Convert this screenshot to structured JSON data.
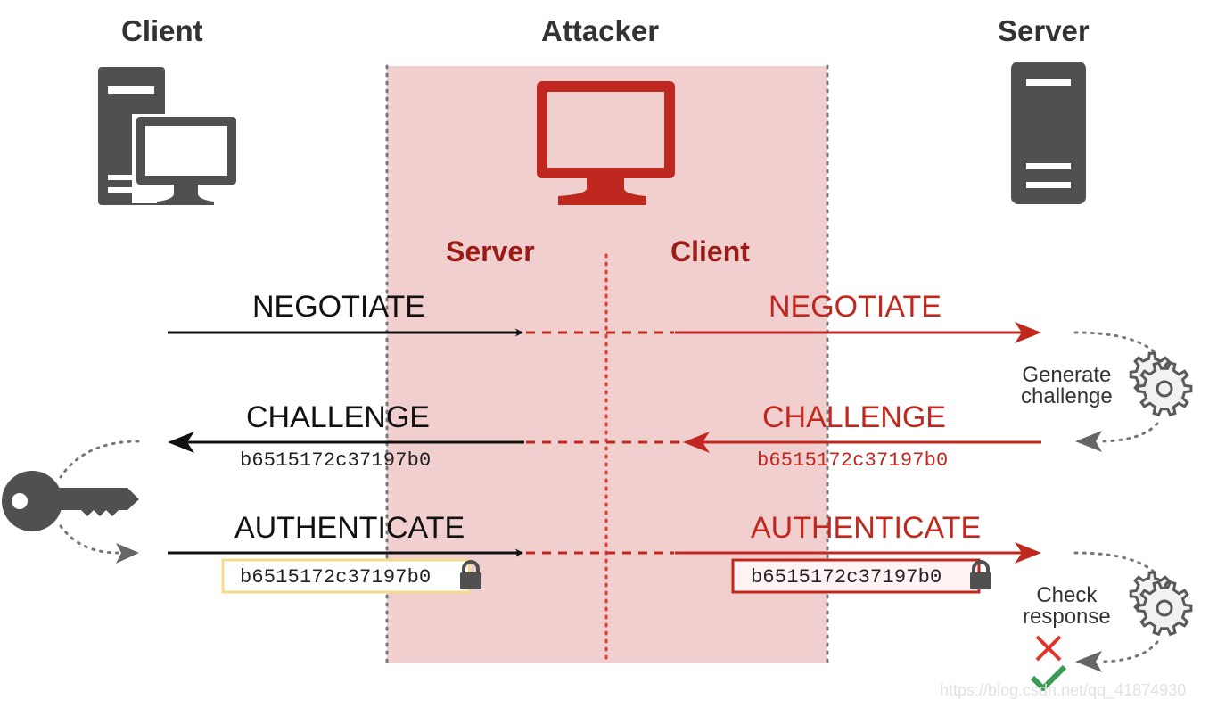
{
  "columns": {
    "client": "Client",
    "attacker": "Attacker",
    "server": "Server"
  },
  "attacker_roles": {
    "left": "Server",
    "right": "Client"
  },
  "messages": [
    {
      "label": "NEGOTIATE",
      "direction": "to-server",
      "hash": null
    },
    {
      "label": "CHALLENGE",
      "direction": "to-client",
      "hash": "b6515172c37197b0"
    },
    {
      "label": "AUTHENTICATE",
      "direction": "to-server",
      "hash": "b6515172c37197b0",
      "locked": true
    }
  ],
  "server_actions": {
    "generate": "Generate\nchallenge",
    "generate_line1": "Generate",
    "generate_line2": "challenge",
    "check_line1": "Check",
    "check_line2": "response",
    "result_fail": "✕",
    "result_pass": "✓"
  },
  "icons": {
    "client": "desktop-computer-icon",
    "attacker": "monitor-icon",
    "server": "server-tower-icon",
    "key": "key-icon",
    "lock": "lock-icon",
    "gear": "gears-icon",
    "cross": "cross-icon",
    "check": "checkmark-icon"
  },
  "colors": {
    "attacker_zone": "#f2cfcf",
    "attacker_red": "#c0281f",
    "attacker_dark_red": "#9b1c17",
    "icon_gray": "#505050",
    "legit_black": "#111111",
    "hash_box_yellow": "#f5dc8c",
    "success_green": "#3a9b55",
    "fail_red": "#e2342a"
  },
  "watermark": "https://blog.csdn.net/qq_41874930"
}
